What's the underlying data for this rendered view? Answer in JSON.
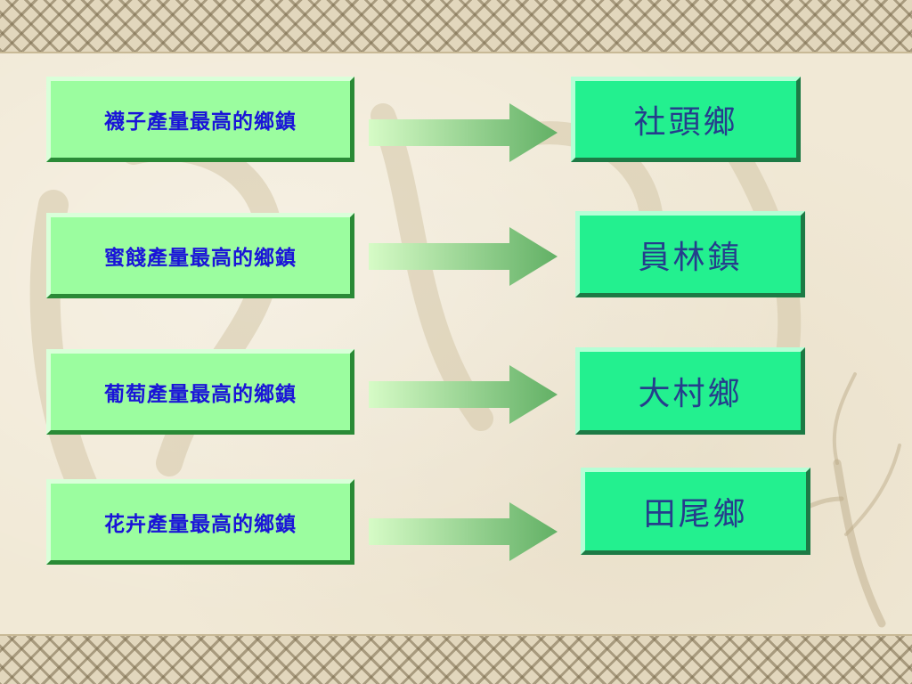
{
  "colors": {
    "source_box_fill": "#9bfd9f",
    "source_text": "#1a14d8",
    "target_box_fill": "#23f08f",
    "target_text": "#253d8c",
    "arrow_light": "#d6fbc6",
    "arrow_dark": "#62b065",
    "background": "#f1e9d6"
  },
  "rows": [
    {
      "question": "襪子產量最高的鄉鎮",
      "answer": "社頭鄉"
    },
    {
      "question": "蜜餞產量最高的鄉鎮",
      "answer": "員林鎮"
    },
    {
      "question": "葡萄產量最高的鄉鎮",
      "answer": "大村鄉"
    },
    {
      "question": "花卉產量最高的鄉鎮",
      "answer": "田尾鄉"
    }
  ]
}
